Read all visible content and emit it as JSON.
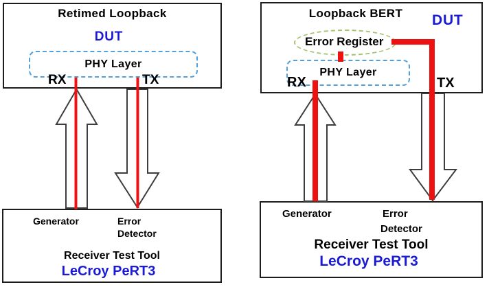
{
  "colors": {
    "red": "#ee1111",
    "blue_text": "#1a1ad6",
    "phy_dash": "#55a0d8",
    "ellipse_dash": "#a4c36e",
    "arrow_stroke": "#3d3d3d",
    "box_border": "#1c1c1c"
  },
  "left": {
    "title": "Retimed Loopback",
    "dut": "DUT",
    "phy": "PHY Layer",
    "rx": "RX",
    "tx": "TX",
    "generator": "Generator",
    "error_detector_line1": "Error",
    "error_detector_line2": "Detector",
    "tool": "Receiver Test Tool",
    "brand": "LeCroy PeRT3"
  },
  "right": {
    "title": "Loopback BERT",
    "dut": "DUT",
    "error_register": "Error Register",
    "phy": "PHY Layer",
    "rx": "RX",
    "tx": "TX",
    "generator": "Generator",
    "error_detector_line1": "Error",
    "error_detector_line2": "Detector",
    "tool": "Receiver Test Tool",
    "brand": "LeCroy PeRT3"
  }
}
